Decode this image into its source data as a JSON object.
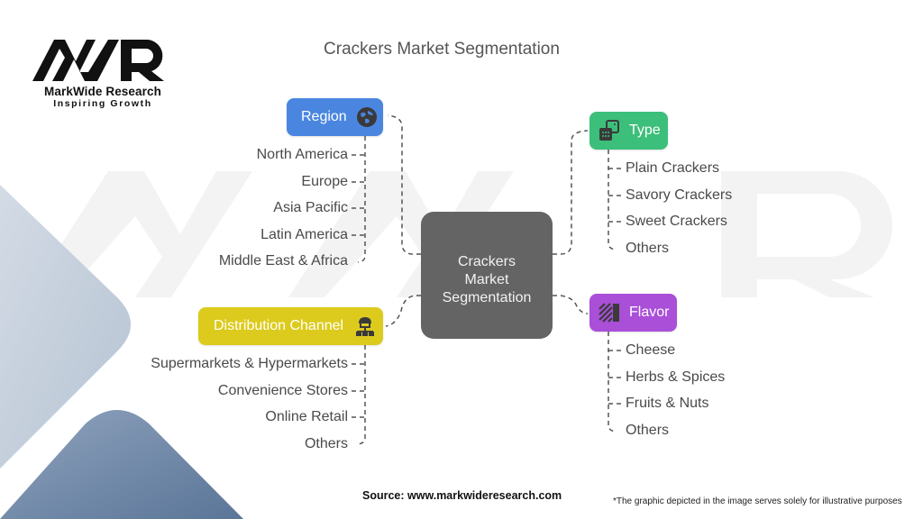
{
  "brand": {
    "logo_letters": "MWR",
    "name": "MarkWide Research",
    "tagline": "Inspiring Growth"
  },
  "title": "Crackers Market Segmentation",
  "center_node": {
    "lines": [
      "Crackers",
      "Market",
      "Segmentation"
    ]
  },
  "segments": {
    "region": {
      "label": "Region",
      "icon": "globe-icon",
      "color": "#4a86e0",
      "items": [
        "North America",
        "Europe",
        "Asia Pacific",
        "Latin America",
        "Middle East & Africa"
      ]
    },
    "type": {
      "label": "Type",
      "icon": "dice-icon",
      "color": "#3cbf7a",
      "items": [
        "Plain Crackers",
        "Savory Crackers",
        "Sweet Crackers",
        "Others"
      ]
    },
    "distribution": {
      "label": "Distribution Channel",
      "icon": "hierarchy-icon",
      "color": "#dccb1d",
      "items": [
        "Supermarkets & Hypermarkets",
        "Convenience Stores",
        "Online Retail",
        "Others"
      ]
    },
    "flavor": {
      "label": "Flavor",
      "icon": "striped-columns-icon",
      "color": "#a94fd8",
      "items": [
        "Cheese",
        "Herbs & Spices",
        "Fruits & Nuts",
        "Others"
      ]
    }
  },
  "footer": {
    "source": "Source: www.markwideresearch.com",
    "disclaimer": "*The graphic depicted in the image serves solely for illustrative purposes"
  }
}
